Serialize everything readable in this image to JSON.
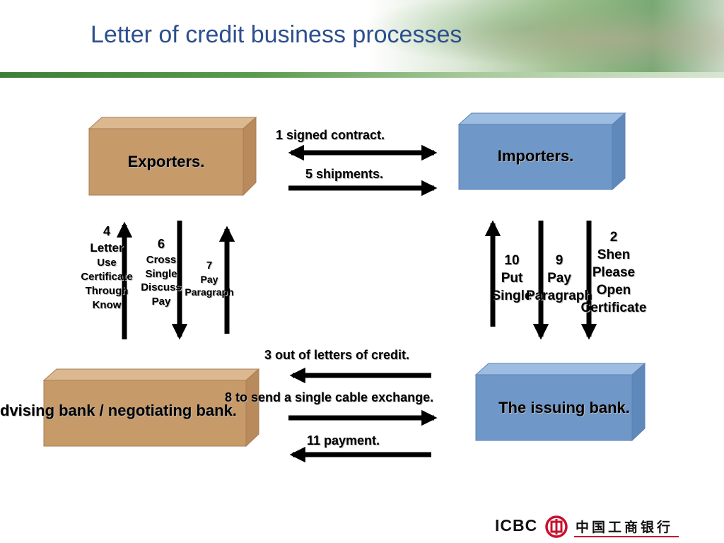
{
  "slide": {
    "title": "Letter of credit business processes"
  },
  "boxes": {
    "exporters": "Exporters.",
    "importers": "Importers.",
    "advising_bank": "dvising bank / negotiating bank.",
    "issuing_bank": "The issuing bank."
  },
  "flows": {
    "signed_contract": "1 signed contract.",
    "shipments": "5 shipments.",
    "letters_of_credit": "3 out of letters of credit.",
    "cable_exchange": "8 to send a single cable exchange.",
    "payment": "11 payment."
  },
  "left_steps": {
    "step4": [
      "4",
      "Letter",
      "Use",
      "Certificate",
      "Through",
      "Know"
    ],
    "step6": [
      "6",
      "Cross",
      "Single",
      "Discuss",
      "Pay"
    ],
    "step7": [
      "7",
      "Pay",
      "Paragraph"
    ]
  },
  "right_steps": {
    "step10": [
      "10",
      "Put",
      "Single"
    ],
    "step9": [
      "9",
      "Pay",
      "Paragraph"
    ],
    "step2": [
      "2",
      "Shen",
      "Please",
      "Open",
      "Certificate"
    ]
  },
  "logo": {
    "brand": "ICBC",
    "chinese_name": "中国工商银行",
    "brand_color": "#c8102e"
  },
  "colors": {
    "exporters_front": "#c79a6a",
    "importers_front": "#6f97c8",
    "title": "#2d4f8e"
  }
}
